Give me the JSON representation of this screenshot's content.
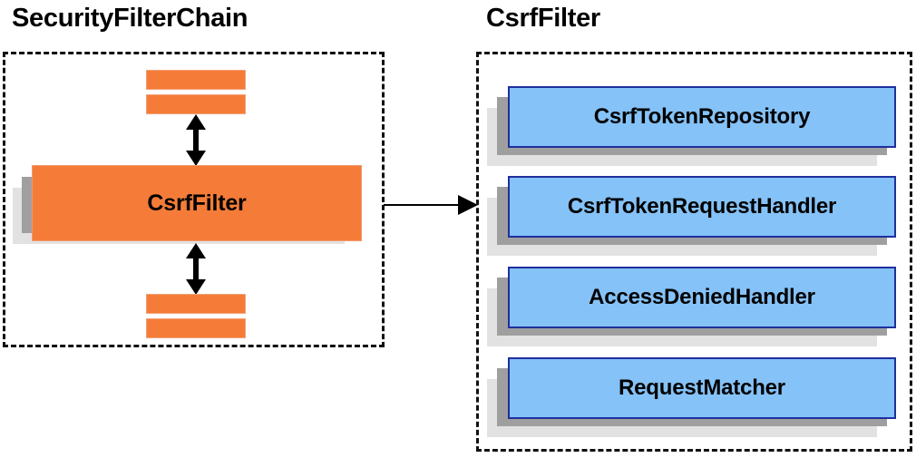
{
  "diagram": {
    "title_left": "SecurityFilterChain",
    "title_right": "CsrfFilter",
    "colors": {
      "orange_face": "#f57c38",
      "blue_face": "#85c2f7",
      "blue_border": "#1f2f9e",
      "shadow_near": "#9f9f9f",
      "shadow_far": "#e2e2e2",
      "outline": "#111111"
    }
  },
  "left_panel": {
    "filter_box_label": "CsrfFilter",
    "top_bars": [
      "",
      ""
    ],
    "bottom_bars": [
      "",
      ""
    ],
    "arrow_up_down_top": "bidirectional-arrow",
    "arrow_up_down_bottom": "bidirectional-arrow"
  },
  "connector": {
    "label": "",
    "direction": "left-to-right"
  },
  "right_panel": {
    "components": [
      {
        "label": "CsrfTokenRepository"
      },
      {
        "label": "CsrfTokenRequestHandler"
      },
      {
        "label": "AccessDeniedHandler"
      },
      {
        "label": "RequestMatcher"
      }
    ]
  }
}
